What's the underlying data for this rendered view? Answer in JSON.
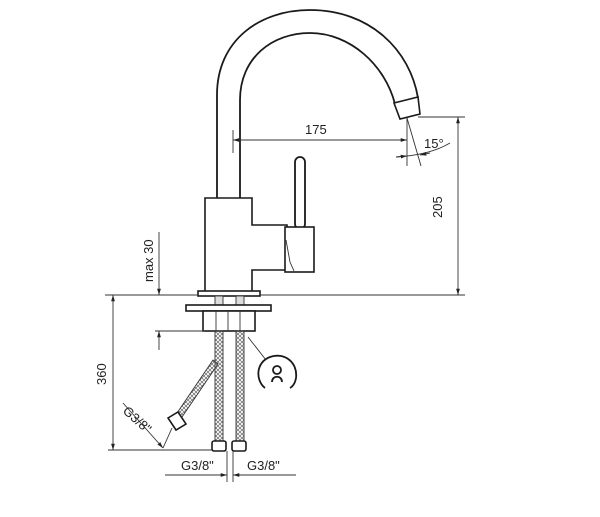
{
  "title": "Faucet dimension drawing",
  "dimensions": {
    "reach": "175",
    "spout_angle": "15°",
    "spout_height": "205",
    "deck_thickness": "max 30",
    "hose_length": "360",
    "side_hose_thread": "G3/8\"",
    "hose_thread_left": "G3/8\"",
    "hose_thread_right": "G3/8\""
  }
}
